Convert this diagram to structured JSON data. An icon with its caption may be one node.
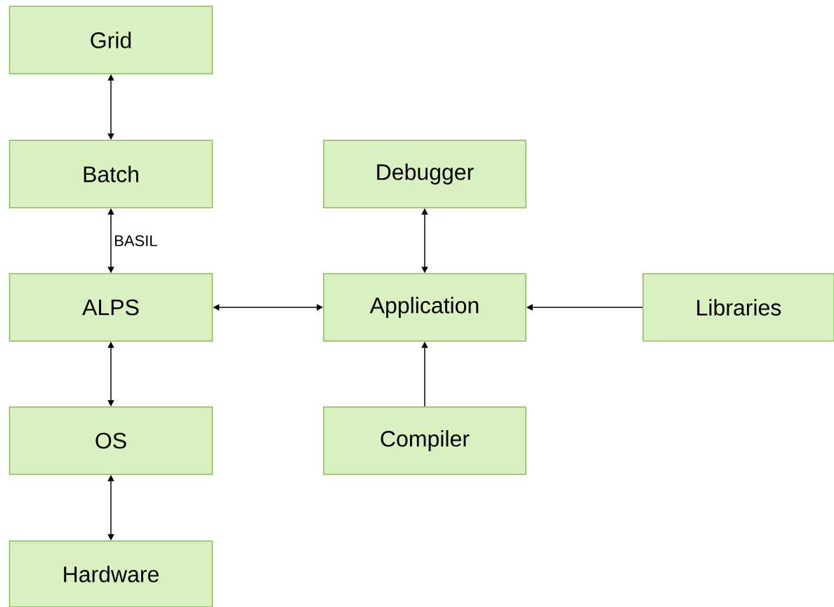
{
  "diagram": {
    "nodes": [
      {
        "text": [
          "Grid"
        ]
      },
      {
        "text": [
          "Batch"
        ]
      },
      {
        "text": [
          "ALPS"
        ]
      },
      {
        "text": [
          "OS"
        ]
      },
      {
        "text": [
          "Hardware"
        ]
      },
      {
        "text": [
          "Debugger"
        ]
      },
      {
        "text": [
          "Application"
        ]
      },
      {
        "text": [
          "Compiler"
        ]
      },
      {
        "text": [
          "Libraries"
        ]
      }
    ],
    "edges": [
      {
        "from": 0,
        "to": 1,
        "arrow": "both"
      },
      {
        "from": 1,
        "to": 2,
        "arrow": "both",
        "label": "BASIL"
      },
      {
        "from": 2,
        "to": 6,
        "arrow": "both"
      },
      {
        "from": 2,
        "to": 3,
        "arrow": "both"
      },
      {
        "from": 3,
        "to": 4,
        "arrow": "both"
      },
      {
        "from": 5,
        "to": 6,
        "arrow": "both"
      },
      {
        "from": 7,
        "to": 6,
        "arrow": "to"
      },
      {
        "from": 8,
        "to": 6,
        "arrow": "to"
      }
    ]
  }
}
